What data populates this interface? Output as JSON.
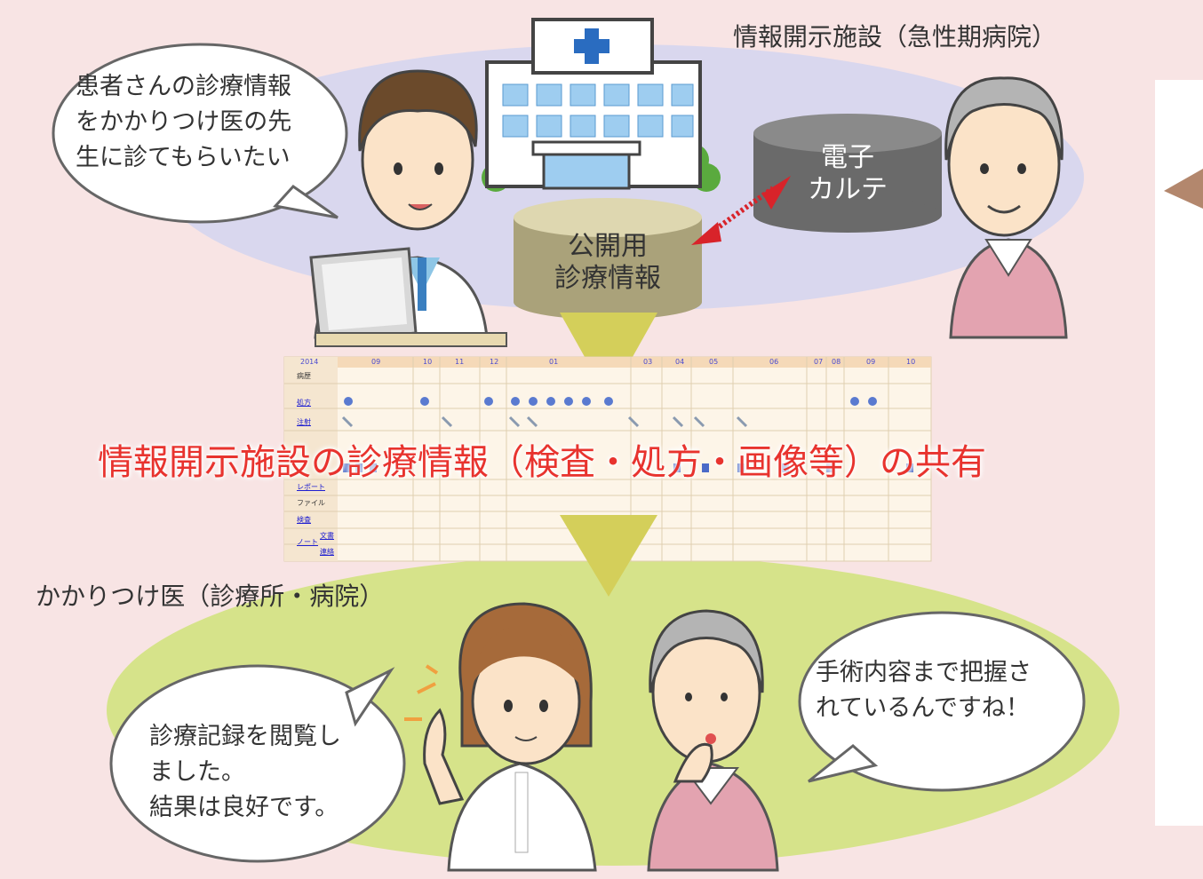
{
  "facility_label": "情報開示施設（急性期病院）",
  "family_doctor_label": "かかりつけ医（診療所・病院）",
  "central_caption": "情報開示施設の診療情報（検査・処方・画像等）の共有",
  "bubbles": {
    "doctor_top": "患者さんの診療情報\nをかかりつけ医の先\n生に診てもらいたい",
    "doctor_bottom": "診療記録を閲覧し\nました。\n結果は良好です。",
    "patient_bottom": "手術内容まで把握さ\nれているんですね！"
  },
  "databases": {
    "public": "公開用\n診療情報",
    "ehr": "電子\nカルテ"
  },
  "table": {
    "year": "2014",
    "columns": [
      "09",
      "10",
      "11",
      "12",
      "01",
      "03",
      "04",
      "05",
      "06",
      "07",
      "08",
      "09",
      "10"
    ],
    "rows": [
      {
        "label": "病歴",
        "link": false
      },
      {
        "label": "処方",
        "link": true
      },
      {
        "label": "注射",
        "link": true
      },
      {
        "label": "レポート",
        "link": true
      },
      {
        "label": "ファイル",
        "link": false
      },
      {
        "label": "検査",
        "link": true
      },
      {
        "label": "ノート",
        "sub": [
          "文書",
          "連絡"
        ],
        "link": true
      }
    ]
  },
  "colors": {
    "background": "#f8e4e4",
    "top_ellipse": "#d9d7ee",
    "bottom_ellipse": "#d6e38a",
    "arrow": "#d4cf5a",
    "caption": "#e8332e",
    "db_public": "#aaa27a",
    "db_ehr": "#6a6a6a"
  }
}
